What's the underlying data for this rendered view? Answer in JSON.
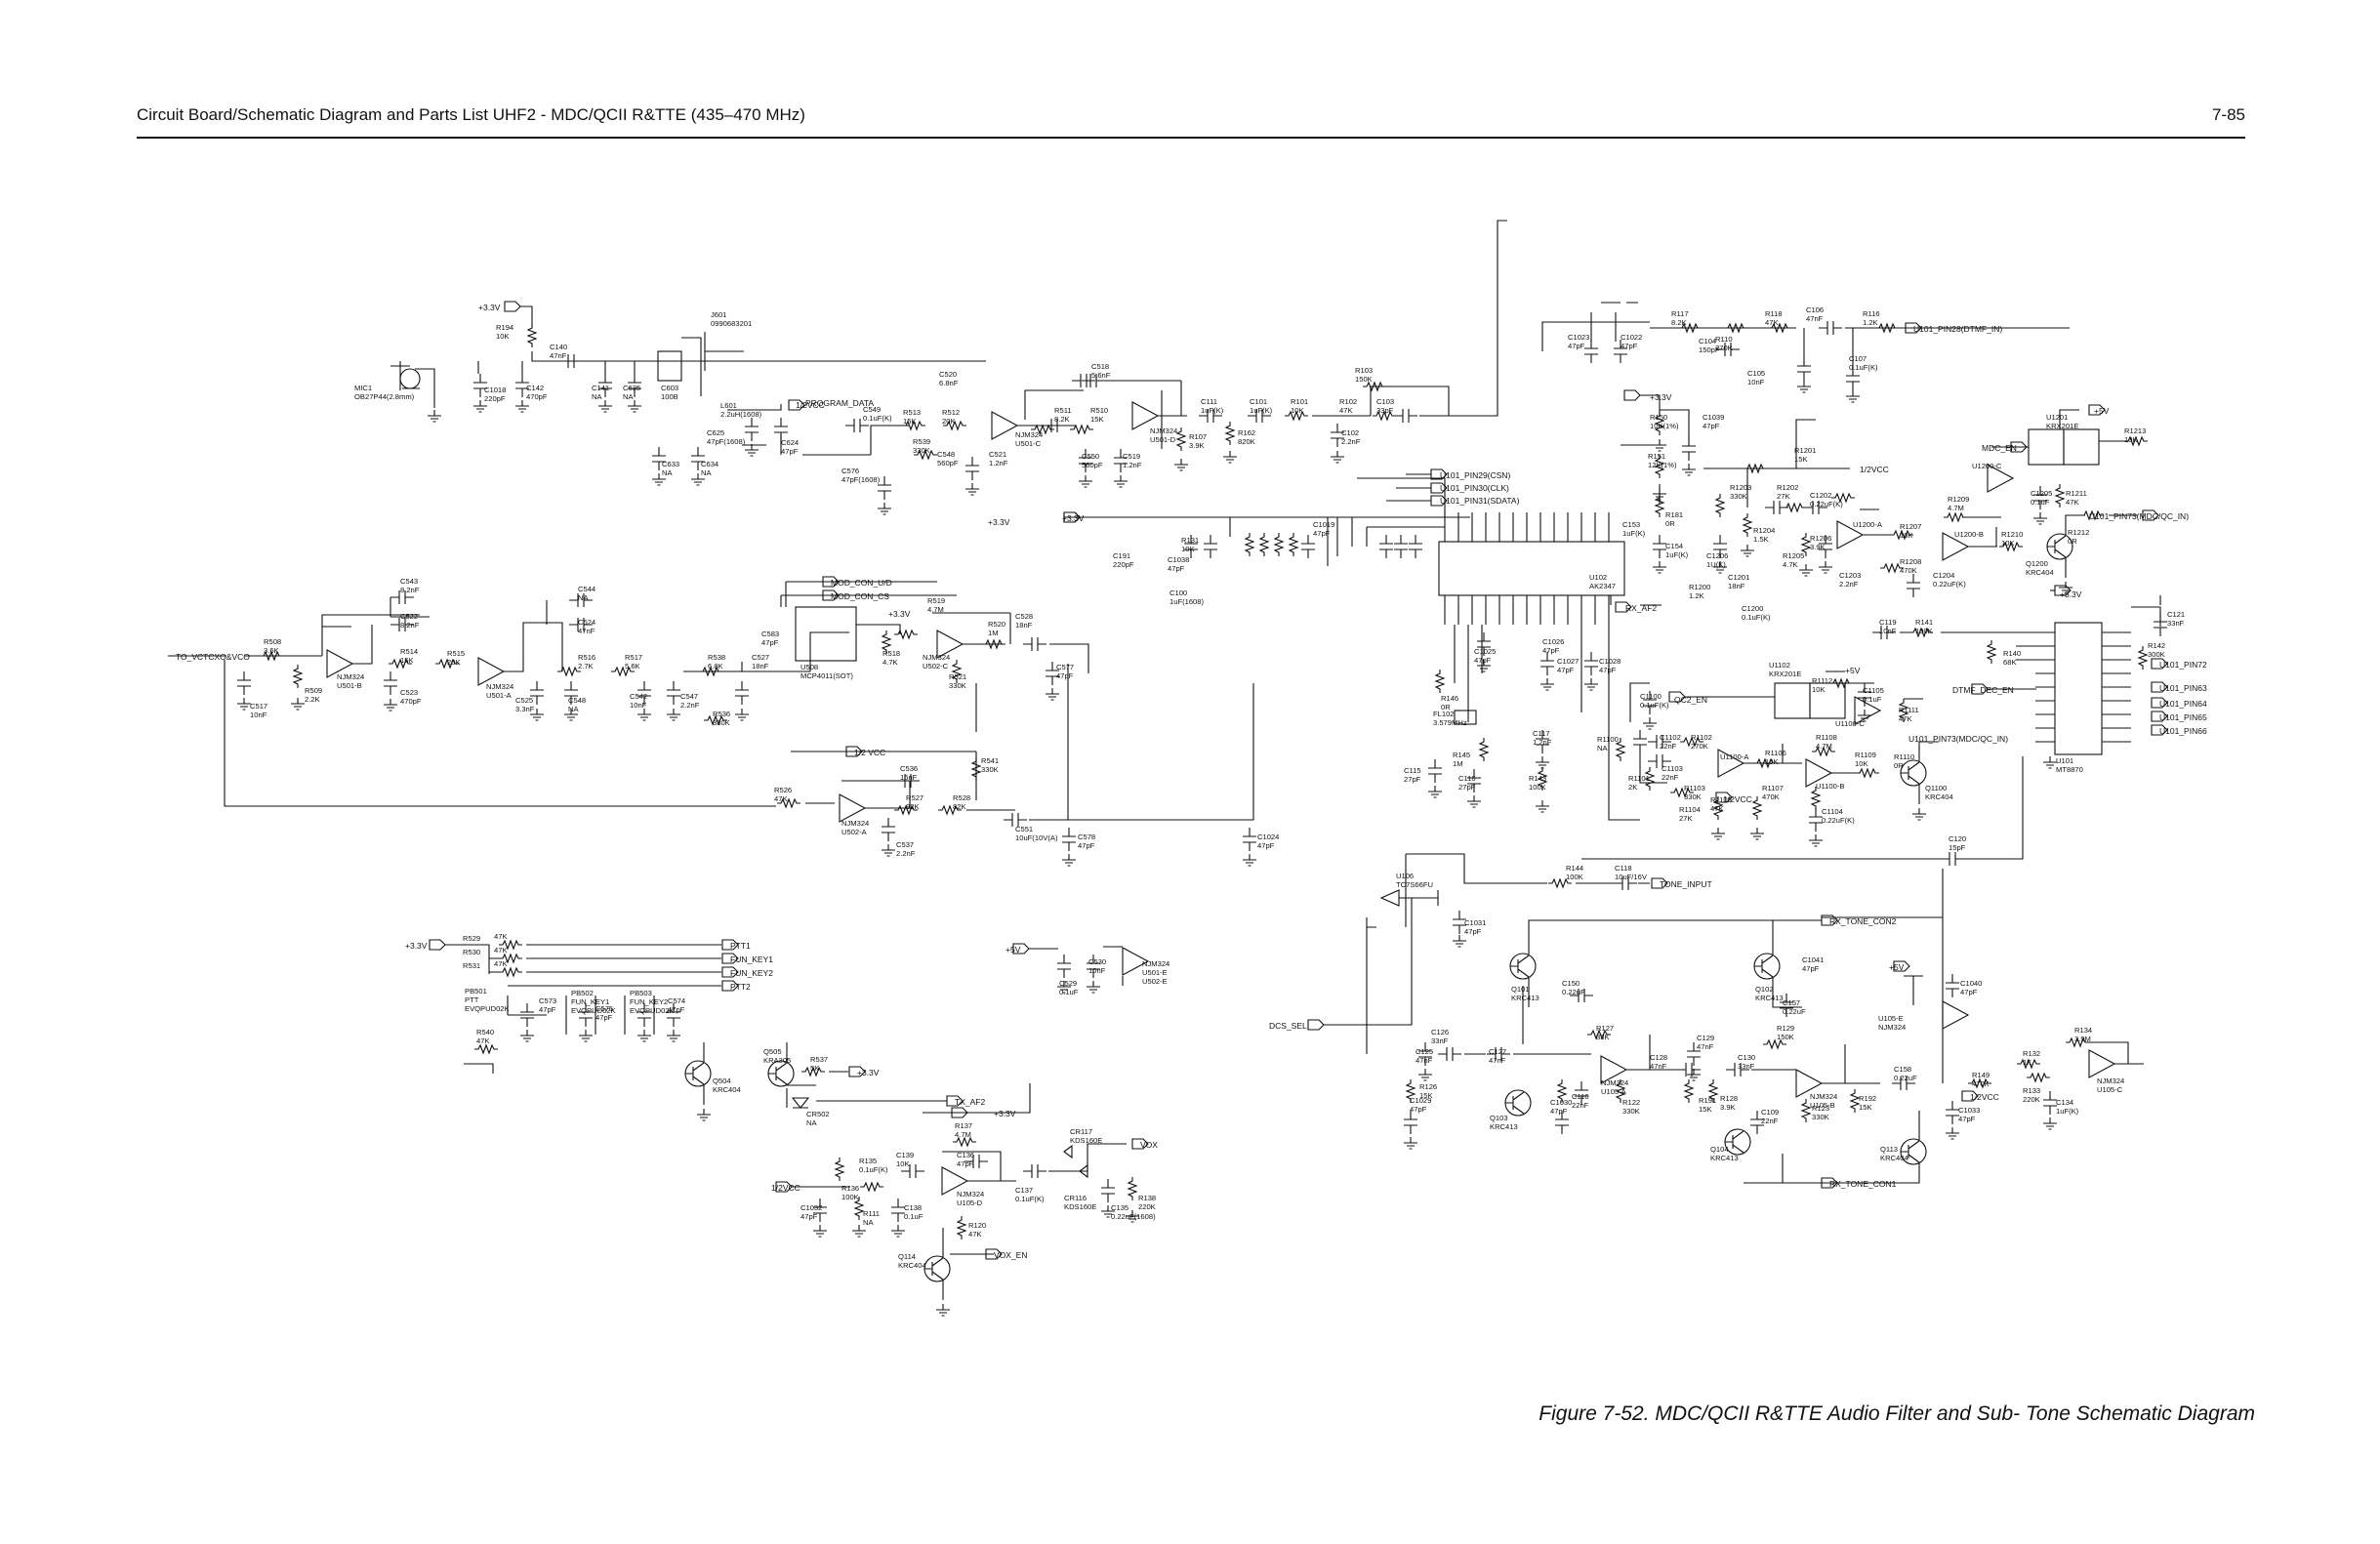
{
  "header": {
    "title": "Circuit Board/Schematic Diagram and Parts List UHF2 - MDC/QCII R&TTE (435–470 MHz)",
    "page_number": "7-85"
  },
  "caption": "Figure 7-52. MDC/QCII R&TTE Audio Filter and Sub- Tone Schematic Diagram",
  "colors": {
    "ink": "#111111",
    "paper": "#ffffff"
  },
  "nets": {
    "v33": "+3.3V",
    "v5": "+5V",
    "half_vcc": "1/2VCC",
    "half_vcc_alt": "1/2 VCC",
    "to_vctcxo": "TO_VCTCXO&VCO",
    "program_data": "PROGRAM_DATA",
    "mod_con_ud": "MOD_CON_U/D",
    "mod_con_cs": "MOD_CON_CS",
    "rx_af2": "RX_AF2",
    "tx_af2": "TX_AF2",
    "vox": "VOX",
    "vox_en": "VOX_EN",
    "ptt1": "PTT1",
    "fun_key1": "FUN_KEY1",
    "fun_key2": "FUN_KEY2",
    "ptt2": "PTT2",
    "tone_input": "TONE_INPUT",
    "rx_tone_con2": "RX_TONE_CON2",
    "rx_tone_con1": "RX_TONE_CON1",
    "dcs_sel": "DCS_SEL",
    "qc2_en": "QC2_EN",
    "mdc_en": "MDC_EN",
    "dtmf_dec_en": "DTMF_DEC_EN",
    "u101_pin28": "U101_PIN28(DTMF_IN)",
    "u101_pin29": "U101_PIN29(CSN)",
    "u101_pin30": "U101_PIN30(CLK)",
    "u101_pin31": "U101_PIN31(SDATA)",
    "u101_pin73a": "U101_PIN73(MDC/QC_IN)",
    "u101_pin73b": "U101_PIN73(MDC/QC_IN)",
    "u101_pin72": "U101_PIN72",
    "u101_pin63": "U101_PIN63",
    "u101_pin64": "U101_PIN64",
    "u101_pin65": "U101_PIN65",
    "u101_pin66": "U101_PIN66"
  },
  "parts": {
    "r194": "R194\n10K",
    "mic1": "MIC1\nOB27P44(2.8mm)",
    "c1018": "C1018\n220pF",
    "c142": "C142\n470pF",
    "c140": "C140\n47nF",
    "c141": "C141\nNA",
    "c635": "C635\nNA",
    "j601": "J601\n0990683201",
    "c603": "C603\n100B",
    "l601": "L601\n2.2uH(1608)",
    "c625": "C625\n47pF(1608)",
    "c624": "C624\n47pF",
    "c633": "C633\nNA",
    "c634": "C634\nNA",
    "c520": "C520\n6.8nF",
    "c549": "C549\n0.1uF(K)",
    "r513": "R513\n15K",
    "r512": "R512\n20K",
    "r539": "R539\n330K",
    "c576": "C576\n47pF(1608)",
    "c548": "C548\n560pF",
    "c521": "C521\n1.2nF",
    "u501c": "NJM324\nU501-C",
    "r511": "R511\n8.2K",
    "r510": "R510\n15K",
    "c518": "C518\n5.6nF",
    "c550": "C550\n560pF",
    "c519": "C519\n1.2nF",
    "u501d": "NJM324\nU501-D",
    "r107": "R107\n3.9K",
    "c111": "C111\n1uF(K)",
    "r162": "R162\n820K",
    "c101": "C101\n1uF(K)",
    "r101": "R101\n10K",
    "c102": "C102\n2.2nF",
    "r103": "R103\n150K",
    "r102": "R102\n47K",
    "c103": "C103\n33pF",
    "c1023": "C1023\n47pF",
    "c1022": "C1022\n47pF",
    "c104": "C104\n150pF",
    "r117": "R117\n8.2K",
    "r110": "R110\n270K",
    "r118": "R118\n47K",
    "c106": "C106\n47nF",
    "r116": "R116\n1.2K",
    "c105": "C105\n10nF",
    "c107": "C107\n0.1uF(K)",
    "r150": "R150\n10K(1%)",
    "c1039": "C1039\n47pF",
    "r151": "R151\n12K(1%)",
    "r181": "R181\n0R",
    "c153": "C153\n1uF(K)",
    "c154": "C154\n1uF(K)",
    "r1201": "R1201\n15K",
    "r1203": "R1203\n330K",
    "r1202": "R1202\n27K",
    "c1202": "C1202\n0.22uF(K)",
    "r1204": "R1204\n1.5K",
    "r1205": "R1205\n4.7K",
    "r1206": "R1206\n3.9K",
    "c1203": "C1203\n2.2nF",
    "c1206": "C1206\n1U(K)",
    "c1201": "C1201\n18nF",
    "r1200": "R1200\n1.2K",
    "c1200": "C1200\n0.1uF(K)",
    "u1200a": "U1200-A",
    "u1200b": "U1200-B",
    "u1200c": "U1200-C",
    "r1207": "R1207\n10K",
    "r1208": "R1208\n470K",
    "c1204": "C1204\n0.22uF(K)",
    "r1209": "R1209\n4.7M",
    "r1210": "R1210\n10K",
    "r1212": "R1212\n0R",
    "q1200": "Q1200\nKRC404",
    "u1201": "U1201\nKRX201E",
    "r1213": "R1213\n10K",
    "c1205": "C1205\n0.1uF",
    "r1211": "R1211\n47K",
    "c543": "C543\n8.2nF",
    "c522": "C522\n8.2nF",
    "r514": "R514\n15K",
    "c523": "C523\n470pF",
    "u501b": "NJM324\nU501-B",
    "r508": "R508\n3.6K",
    "c517": "C517\n10nF",
    "r509": "R509\n2.2K",
    "r515": "R515\n20K",
    "u501a": "NJM324\nU501-A",
    "c544": "C544\nNA",
    "c524": "C524\n47nF",
    "r516": "R516\n2.7K",
    "c525": "C525\n3.3nF",
    "c548b": "C548\nNA",
    "r517": "R517\n5.6K",
    "c542": "C542\n10nF",
    "c547": "C547\n2.2nF",
    "r538": "R538\n6.8K",
    "c527": "C527\n18nF",
    "r536": "R536\n330K",
    "c583": "C583\n47pF",
    "u508": "U508\nMCP4011(SOT)",
    "r519": "R519\n4.7M",
    "r518": "R518\n4.7K",
    "u502c": "NJM324\nU502-C",
    "r520": "R520\n1M",
    "c528": "C528\n18nF",
    "r521": "R521\n330K",
    "c577": "C577\n47pF",
    "r541": "R541\n330K",
    "c536": "C536\n15nF",
    "r526": "R526\n47K",
    "r527": "R527\n82K",
    "r528": "R528\n82K",
    "u502a": "NJM324\nU502-A",
    "c537": "C537\n2.2nF",
    "c551": "C551\n10uF(10V(A)",
    "c578": "C578\n47pF",
    "c1024": "C1024\n47pF",
    "r131": "R131\n10K",
    "c191": "C191\n220pF",
    "c1038": "C1038\n47pF",
    "c100": "C100\n1uF(1608)",
    "c1019": "C1019\n47pF",
    "u102": "U102\nAK2347",
    "c1025": "C1025\n47pF",
    "c1026": "C1026\n47pF",
    "c1027": "C1027\n47pF",
    "c1028": "C1028\n47pF",
    "r146": "R146\n0R",
    "fl102": "FL102\n3.579MHz",
    "r145": "R145\n1M",
    "c115": "C115\n27pF",
    "c116": "C116\n27pF",
    "c117": "C117\n1.2nF",
    "r143": "R143\n100K",
    "c1100": "C1100\n0.1uF(K)",
    "u1102": "U1102\nKRX201E",
    "r1112": "R1112\n10K",
    "c1105": "C1105\n0.1uF",
    "u1100c": "U1100-C",
    "r1111": "R1111\n47K",
    "r1100": "R1100\nNA",
    "c1102": "C1102\n22nF",
    "r1102": "R1102\n270K",
    "c1103": "C1103\n22nF",
    "r1103": "R1103\n330K",
    "r1101": "R1101\n2K",
    "u1100a": "U1100-A",
    "r1106": "R1106\n10K",
    "r1108": "R1108\n4.7M",
    "r1109": "R1109\n10K",
    "r1110": "R1110\n0R",
    "q1100": "Q1100\nKRC404",
    "r1107": "R1107\n470K",
    "u1100b": "U1100-B",
    "c1104": "C1104\n0.22uF(K)",
    "r1104": "R1104\n27K",
    "r1105": "R1105\n47K",
    "c119": "C119\n10nF",
    "r141": "R141\n100K",
    "r140": "R140\n68K",
    "u101": "U101\nMT8870",
    "c121": "C121\n33nF",
    "r142": "R142\n300K",
    "c120": "C120\n15pF",
    "r144": "R144\n100K",
    "c118": "C118\n10uF/16V",
    "u106": "U106\nTC7S66FU",
    "c1031": "C1031\n47pF",
    "q101": "Q101\nKRC413",
    "c150": "C150\n0.22uF",
    "q102": "Q102\nKRC413",
    "c1041": "C1041\n47pF",
    "c157": "C157\n0.22uF",
    "c1040": "C1040\n47pF",
    "u105e": "U105-E\nNJM324",
    "c126": "C126\n33nF",
    "c125": "C125\n47nF",
    "r126": "R126\n15K",
    "c1029": "C1029\n47pF",
    "c127": "C127\n47nF",
    "r127": "R127\n33K",
    "u105a": "NJM324\nU105-A",
    "c110": "C110\n22nF",
    "c1030": "C1030\n47pF",
    "r122": "R122\n330K",
    "q103": "Q103\nKRC413",
    "c128": "C128\n47nF",
    "c129": "C129\n47nF",
    "r191": "R191\n15K",
    "r128": "R128\n3.9K",
    "c130": "C130\n33nF",
    "r129": "R129\n150K",
    "u105b": "NJM324\nU105-B",
    "c109": "C109\n22nF",
    "r123": "R123\n330K",
    "r192": "R192\n15K",
    "q104": "Q104\nKRC413",
    "c158": "C158\n0.22uF",
    "q113": "Q113\nKRC404",
    "r132": "R132\n1K",
    "r133": "R133\n220K",
    "r134": "R134\n3.9M",
    "u105c": "NJM324\nU105-C",
    "c134": "C134\n1uF(K)",
    "r149": "R149\n470K",
    "c1033": "C1033\n47pF",
    "r529": "R529",
    "r530": "R530",
    "r531": "R531",
    "r529v": "47K",
    "r530v": "47K",
    "r531v": "47K",
    "pb501": "PB501\nPTT\nEVQPUD02K",
    "pb502": "PB502\nFUN_KEY1\nEVQPUD02K",
    "pb503": "PB503\nFUN_KEY2\nEVQPUD02K",
    "c573": "C573\n47pF",
    "c575": "C575\n47pF",
    "c574": "C574\n47pF",
    "r540": "R540\n47K",
    "q504": "Q504\nKRC404",
    "q505": "Q505\nKRA305",
    "r537": "R537\n5K",
    "cr502": "CR502\nNA",
    "c529": "C529\n0.1uF",
    "c530": "C530\n10nF",
    "u501e": "NJM324\nU501-E\nU502-E",
    "r135": "R135\n0.1uF(K)",
    "r136": "R136\n100K",
    "c139": "C139\n10K",
    "c136": "C136\n47pF",
    "r137": "R137\n4.7M",
    "u105d": "NJM324\nU105-D",
    "c1032": "C1032\n47pF",
    "r111": "R111\nNA",
    "c138": "C138\n0.1uF",
    "c137": "C137\n0.1uF(K)",
    "r120": "R120\n47K",
    "q114": "Q114\nKRC404",
    "cr117": "CR117\nKDS160E",
    "cr116": "CR116\nKDS160E",
    "c135": "C135\n0.22uF(1608)",
    "r138": "R138\n220K"
  }
}
